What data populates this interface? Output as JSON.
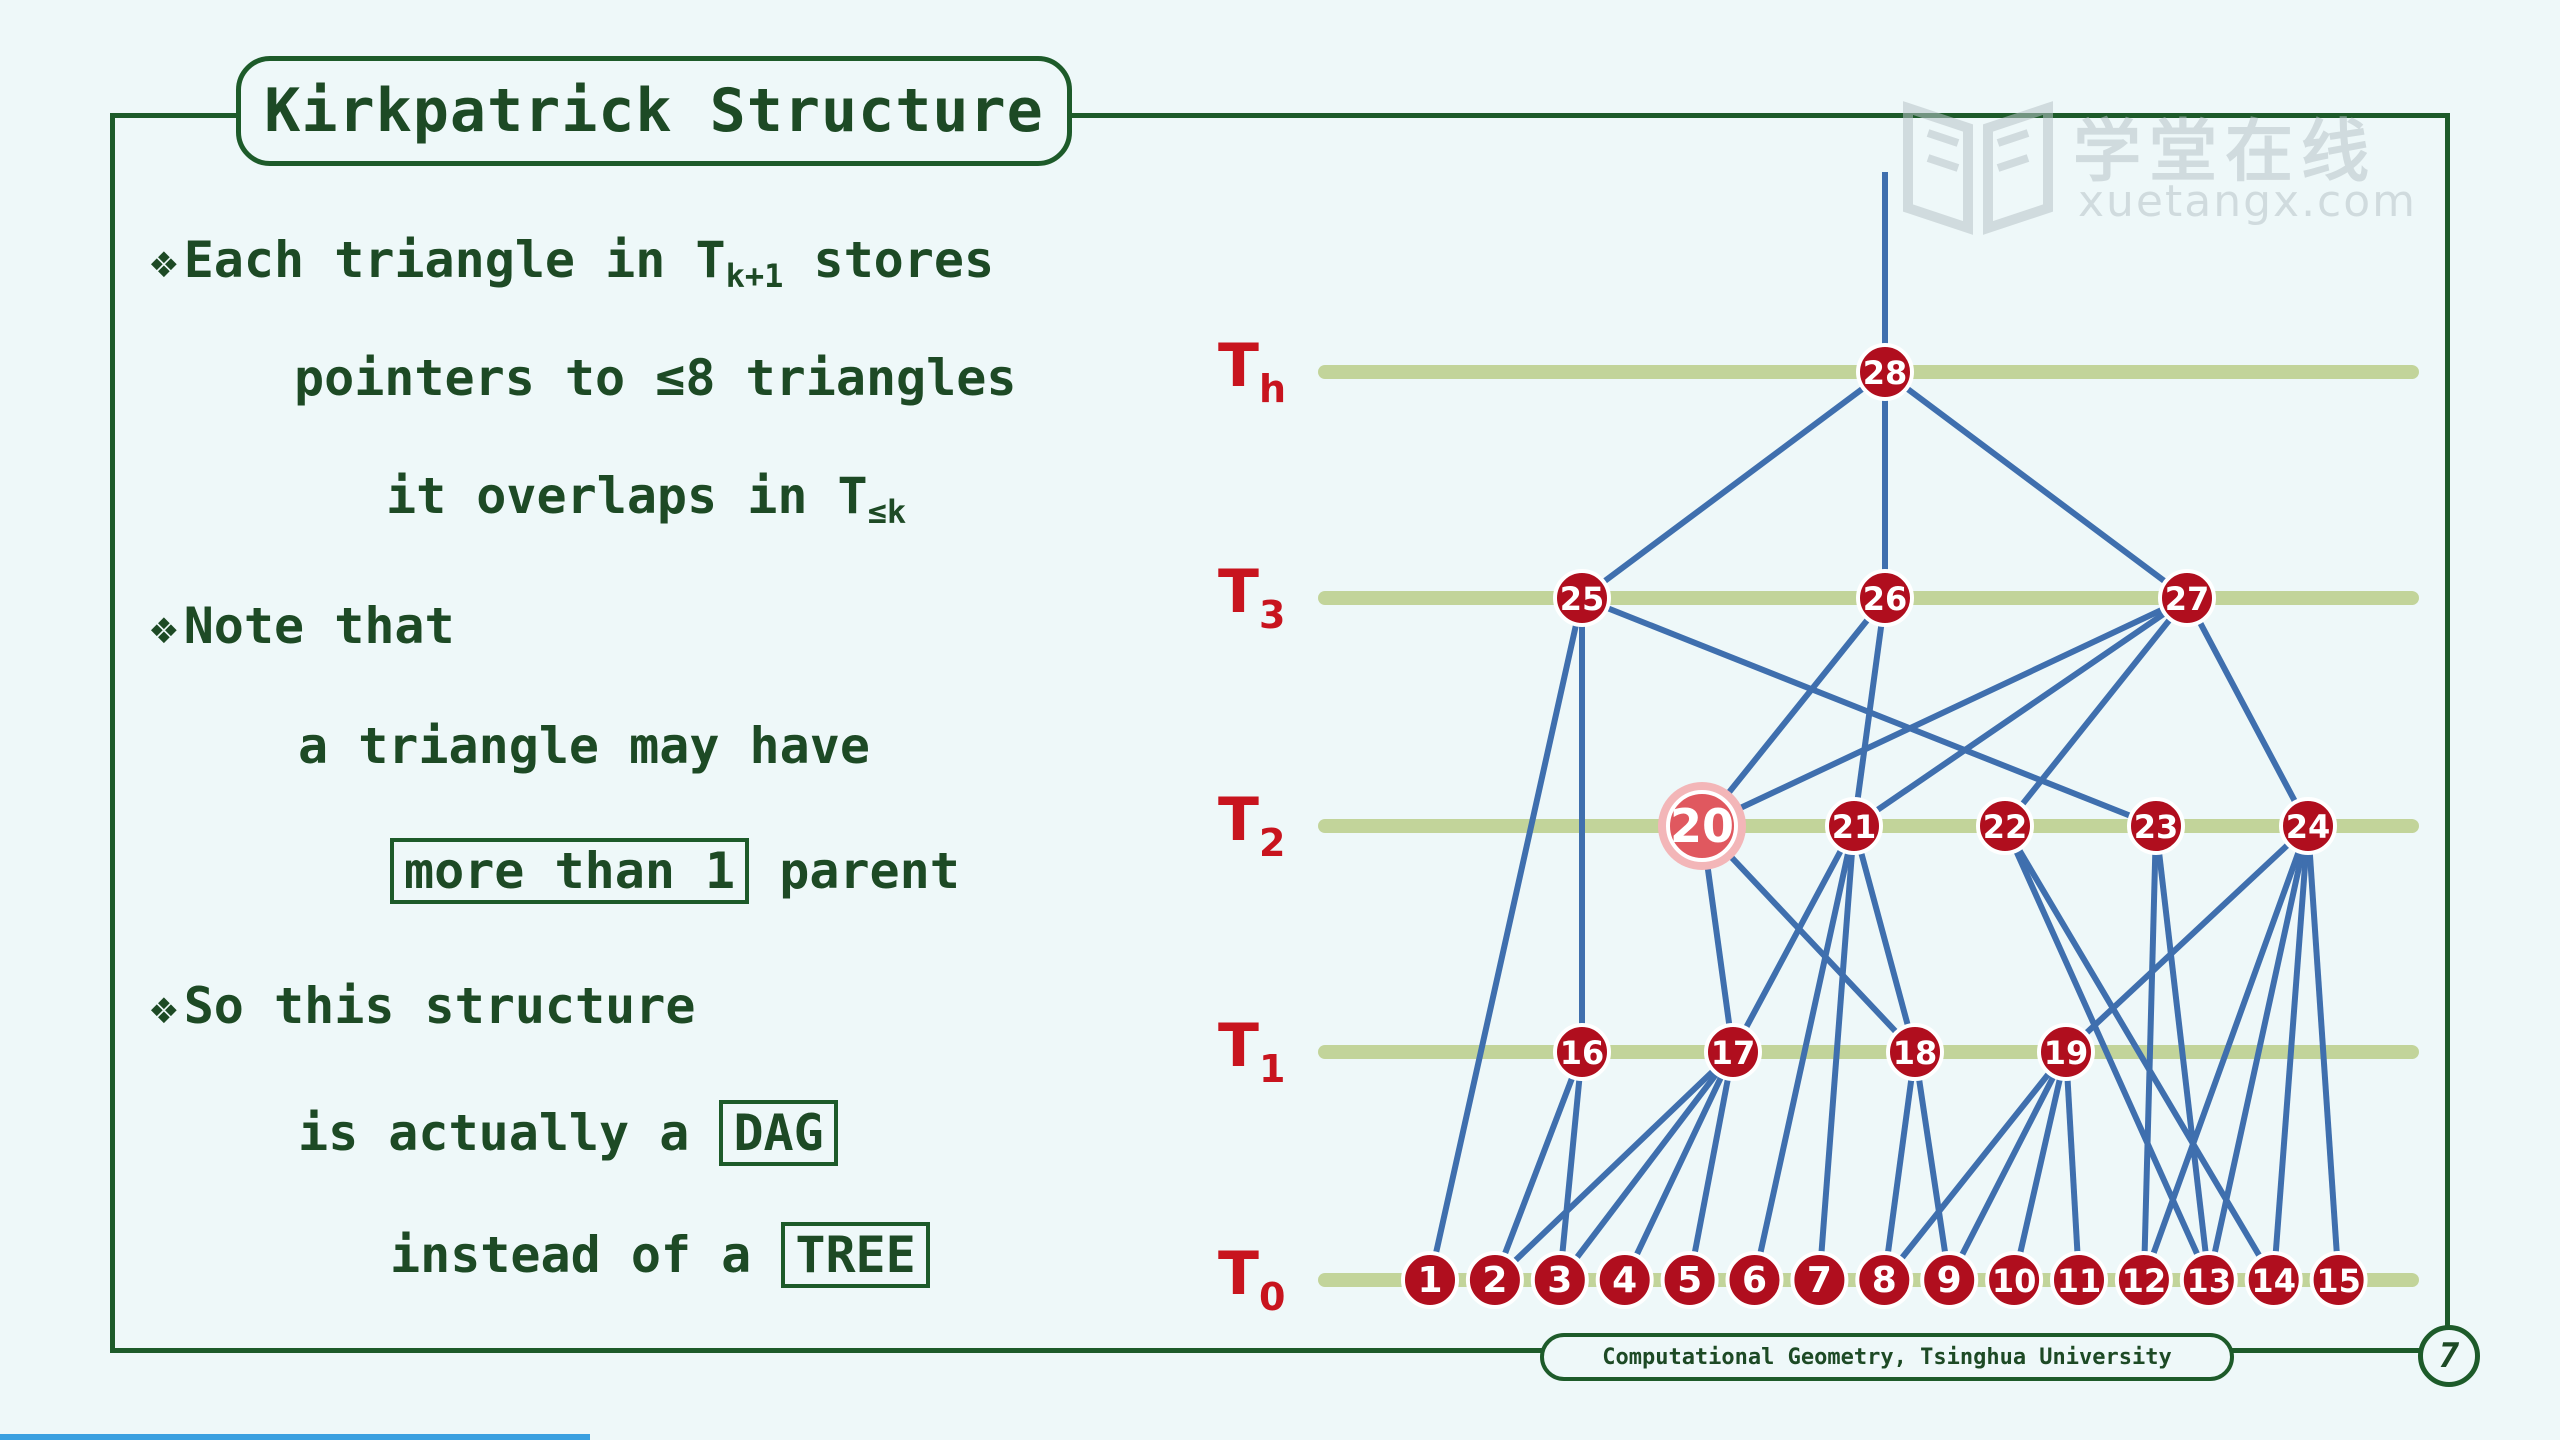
{
  "title": "Kirkpatrick Structure",
  "bullets": {
    "b1_l1_pre": "Each triangle in T",
    "b1_l1_sub": "k+1",
    "b1_l1_post": " stores",
    "b1_l2": "pointers to ≤8 triangles",
    "b1_l3_pre": "it overlaps in T",
    "b1_l3_sub": "≤k",
    "b2_l1": "Note that",
    "b2_l2": "a triangle may have",
    "b2_l3_boxed": "more than 1",
    "b2_l3_post": "parent",
    "b3_l1": "So this structure",
    "b3_l2_pre": "is actually a",
    "b3_l2_boxed": "DAG",
    "b3_l3_pre": "instead of a",
    "b3_l3_boxed": "TREE",
    "mark": "❖"
  },
  "levels": [
    {
      "name": "h",
      "label": "T",
      "sub": "h",
      "nodes": [
        28
      ]
    },
    {
      "name": "3",
      "label": "T",
      "sub": "3",
      "nodes": [
        25,
        26,
        27
      ]
    },
    {
      "name": "2",
      "label": "T",
      "sub": "2",
      "nodes": [
        20,
        21,
        22,
        23,
        24
      ]
    },
    {
      "name": "1",
      "label": "T",
      "sub": "1",
      "nodes": [
        16,
        17,
        18,
        19
      ]
    },
    {
      "name": "0",
      "label": "T",
      "sub": "0",
      "nodes": [
        1,
        2,
        3,
        4,
        5,
        6,
        7,
        8,
        9,
        10,
        11,
        12,
        13,
        14,
        15
      ]
    }
  ],
  "edges": [
    [
      28,
      25
    ],
    [
      28,
      26
    ],
    [
      28,
      27
    ],
    [
      25,
      16
    ],
    [
      25,
      1
    ],
    [
      25,
      23
    ],
    [
      26,
      20
    ],
    [
      26,
      21
    ],
    [
      27,
      20
    ],
    [
      27,
      21
    ],
    [
      27,
      22
    ],
    [
      27,
      24
    ],
    [
      20,
      17
    ],
    [
      20,
      18
    ],
    [
      21,
      17
    ],
    [
      21,
      18
    ],
    [
      21,
      6
    ],
    [
      21,
      7
    ],
    [
      22,
      13
    ],
    [
      22,
      14
    ],
    [
      23,
      12
    ],
    [
      23,
      13
    ],
    [
      24,
      19
    ],
    [
      24,
      12
    ],
    [
      24,
      13
    ],
    [
      24,
      14
    ],
    [
      24,
      15
    ],
    [
      16,
      2
    ],
    [
      16,
      3
    ],
    [
      17,
      2
    ],
    [
      17,
      3
    ],
    [
      17,
      4
    ],
    [
      17,
      5
    ],
    [
      18,
      8
    ],
    [
      18,
      9
    ],
    [
      19,
      8
    ],
    [
      19,
      9
    ],
    [
      19,
      10
    ],
    [
      19,
      11
    ]
  ],
  "highlighted_node": 20,
  "colors": {
    "node_fill": "#b00e1e",
    "node_highlight": "#e0585f",
    "edge": "#3f6fae",
    "level_bar": "#c2d49a",
    "level_label": "#c8141e",
    "frame": "#1d5b2a"
  },
  "watermark": {
    "cn": "学堂在线",
    "en": "xuetangx.com"
  },
  "footer": "Computational Geometry, Tsinghua University",
  "page_number": "7"
}
